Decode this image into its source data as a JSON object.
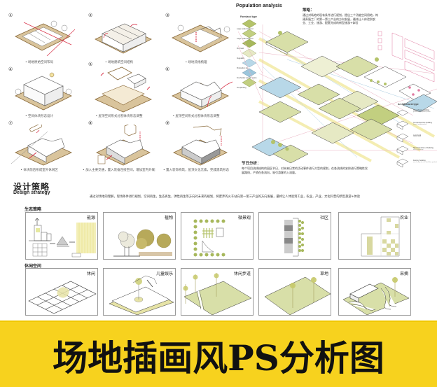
{
  "house_steps": [
    {
      "num": "①",
      "caption": "• 场地原始空间布局"
    },
    {
      "num": "②",
      "caption": "• 场地建筑空间结构"
    },
    {
      "num": "③",
      "caption": "• 场地流线梳理"
    },
    {
      "num": "④",
      "caption": "• 空间体块形态设计"
    },
    {
      "num": "⑤",
      "caption": "• 屋顶空间形式分割体块形态调整"
    },
    {
      "num": "⑥",
      "caption": "• 屋顶空间形式分割体块形态调整"
    },
    {
      "num": "⑦",
      "caption": "• 体块前后形成室外休闲区"
    },
    {
      "num": "⑧",
      "caption": "• 加入主要交通，置入装备连接空间，增加室内外联系"
    },
    {
      "num": "⑨",
      "caption": "• 置入装饰构筑，屋顶文化元素，完成建筑形态"
    }
  ],
  "population_analysis": {
    "title": "Population analysis",
    "farmland_type_label": "Farmland type",
    "farmland_types": [
      "Large scale farmland",
      "Large scale farmland",
      "Pick field",
      "Vegetable",
      "Production site",
      "Freshwater aquatic space",
      "Tea planting"
    ],
    "strategy_heading": "策略：",
    "strategy_text": "通过对场地的现有条件进行规划，提出三个功能空间用地，构建养殖工厂的第一第三产业的方向发展，最终让人体验到农业、工业、旅游、配套完成的新型旅游+体验",
    "architectural_type_label": "Architectural type",
    "architectural_types": [
      {
        "name": "Greenhouse building",
        "sub": "greenhouse, aquatic planter"
      },
      {
        "name": "Comprehensive building",
        "sub": "leisure, exhibition hall"
      },
      {
        "name": "Landmark",
        "sub": "viewer tower"
      },
      {
        "name": "Reconstruction of building",
        "sub": "office, exchange"
      },
      {
        "name": "Factory building",
        "sub": "new factory for rice, dual flow, production line"
      }
    ],
    "node_heading": "节日分析：",
    "node_text": "每个项目流线结构的园区节日，对未来日常的活动事件进行大型的规划，在各流线的安排进行策略性发展路线，产销在各流向，吸引游客的入流量。"
  },
  "design_strategy": {
    "title_cn": "设计策略",
    "title_en": "Design strategy",
    "description": "通过对场地的理解，现场条件进行规划，空间再生，生态再生，弹性再生等方向对未来的规划，将废弃的火车站向第一第三产业的方向发展，最终让人体验到工业，农业，产业，文化科普的新型旅游+体验",
    "ecology": {
      "label": "生态策略",
      "panels": [
        "能源",
        "植物",
        "微景观",
        "社区",
        "农业"
      ]
    },
    "leisure": {
      "label": "休闲空间",
      "panels": [
        "休闲",
        "儿童娱乐",
        "休闲步道",
        "草地",
        "采摘"
      ]
    }
  },
  "banner": {
    "text": "场地插画风PS分析图",
    "background": "#f7d21e",
    "text_color": "#111111"
  },
  "colors": {
    "tan_base": "#d9c49c",
    "tan_stroke": "#8a6a3a",
    "accent_red": "#d8344a",
    "leaf_green": "#b4c36a",
    "light_green": "#d8dfa8",
    "pink_line": "#eab0c0",
    "yellow_line": "#f3ecaa",
    "blue_line": "#a8cbe0",
    "water_blue": "#b8d8e8"
  }
}
